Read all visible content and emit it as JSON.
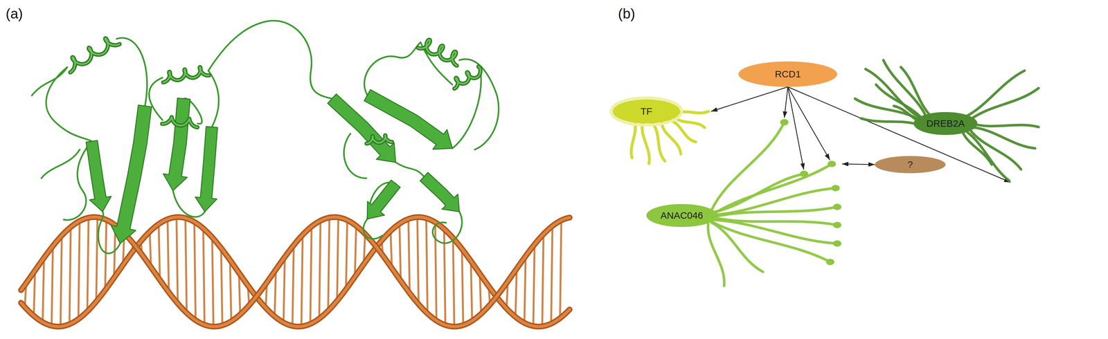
{
  "diagram": {
    "nodes": [
      {
        "text": [
          "RCD1"
        ]
      },
      {
        "text": [
          "TF"
        ]
      },
      {
        "text": [
          "DREB2A"
        ]
      },
      {
        "text": [
          "?"
        ]
      },
      {
        "text": [
          "ANAC046"
        ]
      }
    ],
    "edges": [
      {
        "from": 0,
        "to": 1,
        "arrow": "to"
      },
      {
        "from": 0,
        "to": 4,
        "arrow": "to"
      },
      {
        "from": 0,
        "to": 4,
        "arrow": "to"
      },
      {
        "from": 0,
        "to": 4,
        "arrow": "to"
      },
      {
        "from": 0,
        "to": 2,
        "arrow": "to"
      },
      {
        "from": 4,
        "to": 3,
        "arrow": "both"
      }
    ],
    "labels": [
      "(a)",
      "(b)"
    ]
  }
}
